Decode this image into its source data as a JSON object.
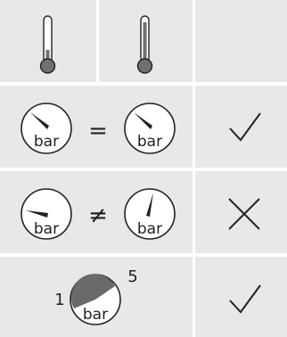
{
  "rows": [
    {
      "type": "thermometers"
    },
    {
      "left_label": "bar",
      "operator": "=",
      "right_label": "bar",
      "result": "check"
    },
    {
      "left_label": "bar",
      "operator": "≠",
      "right_label": "bar",
      "result": "cross"
    },
    {
      "gauge_label": "bar",
      "scale_min": "1",
      "scale_max": "5",
      "result": "check"
    }
  ],
  "colors": {
    "cell_bg": "#e8e8e8",
    "stroke": "#222222",
    "thermometer_fill": "#707070",
    "gauge_fill": "#6a6a6a"
  },
  "icons": {
    "thermometer": "thermometer-icon",
    "gauge": "pressure-gauge-icon",
    "check": "check-icon",
    "cross": "cross-icon"
  }
}
